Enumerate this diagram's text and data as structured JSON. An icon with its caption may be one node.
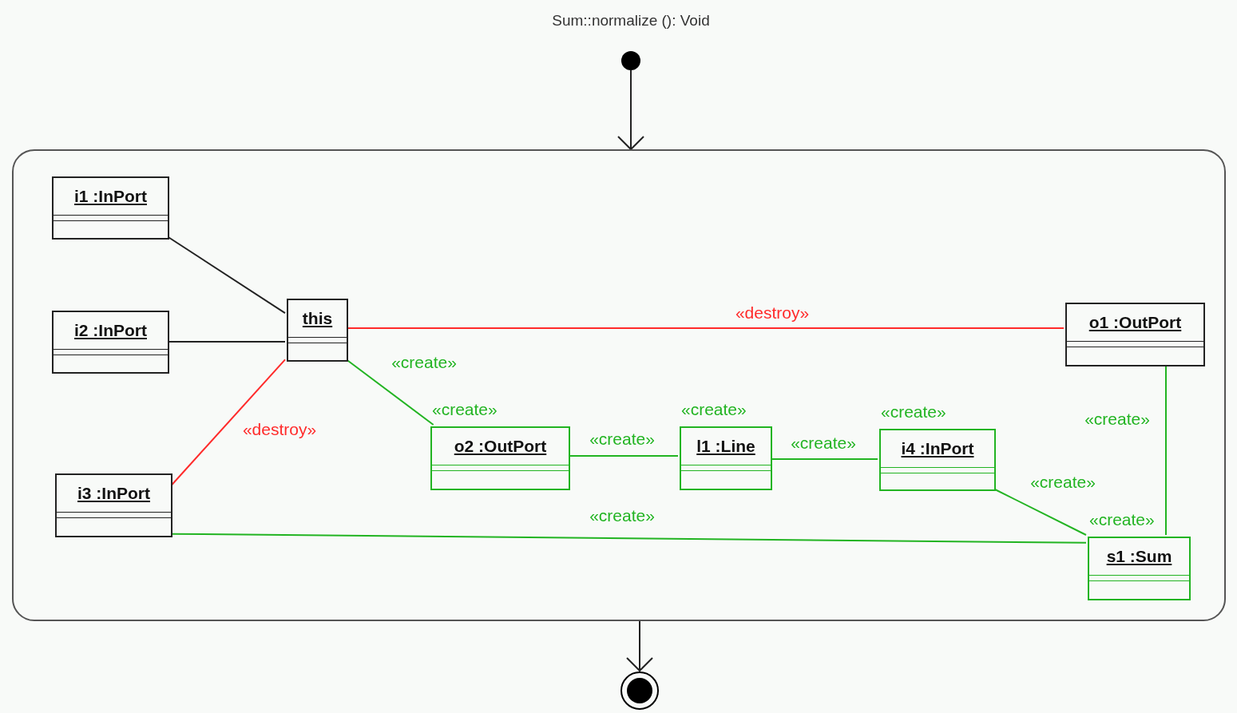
{
  "diagram": {
    "title": "Sum::normalize (): Void",
    "nodes": [
      {
        "text": [],
        "shape": "circle"
      },
      {
        "text": [],
        "shape": "box"
      },
      {
        "text": [
          "i1 :InPort"
        ],
        "in": 1
      },
      {
        "text": [
          "i2 :InPort"
        ],
        "in": 1
      },
      {
        "text": [
          "this"
        ],
        "in": 1
      },
      {
        "text": [
          "o1 :OutPort"
        ],
        "in": 1
      },
      {
        "text": [
          "i3 :InPort"
        ],
        "in": 1
      },
      {
        "text": [
          "«create»",
          "o2 :OutPort"
        ],
        "in": 1
      },
      {
        "text": [
          "«create»",
          "l1 :Line"
        ],
        "in": 1
      },
      {
        "text": [
          "«create»",
          "i4 :InPort"
        ],
        "in": 1
      },
      {
        "text": [
          "«create»",
          "s1 :Sum"
        ],
        "in": 1
      },
      {
        "text": [],
        "shape": "circle"
      }
    ],
    "edges": [
      {
        "from": 0,
        "to": 1,
        "arrow": "to",
        "color": "#222222"
      },
      {
        "from": 2,
        "to": 4,
        "arrow": "none",
        "color": "#222222"
      },
      {
        "from": 3,
        "to": 4,
        "arrow": "none",
        "color": "#222222"
      },
      {
        "from": 4,
        "to": 5,
        "arrow": "none",
        "label": "«destroy»",
        "color": "#ff2a2a"
      },
      {
        "from": 4,
        "to": 6,
        "arrow": "none",
        "label": "«destroy»",
        "color": "#ff2a2a"
      },
      {
        "from": 4,
        "to": 7,
        "arrow": "none",
        "label": "«create»"
      },
      {
        "from": 7,
        "to": 8,
        "arrow": "none",
        "label": "«create»"
      },
      {
        "from": 8,
        "to": 9,
        "arrow": "none",
        "label": "«create»"
      },
      {
        "from": 9,
        "to": 10,
        "arrow": "none",
        "label": "«create»"
      },
      {
        "from": 5,
        "to": 10,
        "arrow": "none",
        "label": "«create»"
      },
      {
        "from": 6,
        "to": 10,
        "arrow": "none",
        "label": "«create»"
      },
      {
        "from": 1,
        "to": 11,
        "arrow": "to",
        "color": "#222222"
      }
    ]
  }
}
